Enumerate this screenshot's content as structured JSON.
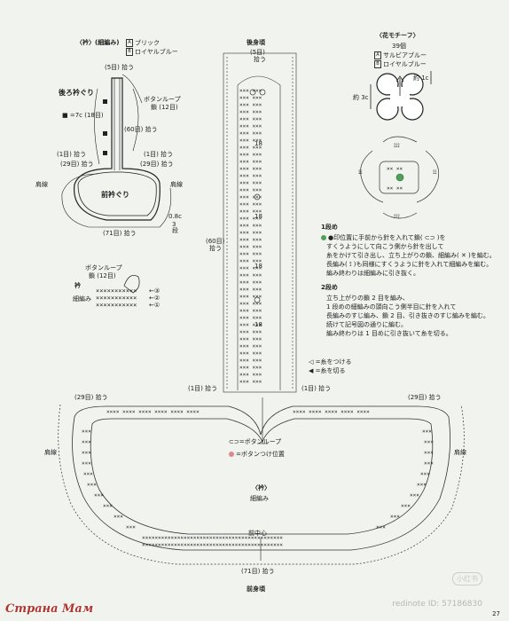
{
  "collar_title": "〈衿〉(細編み)",
  "color_a": "ブリック",
  "color_b": "ロイヤルブルー",
  "back_neck": "後ろ衿ぐり",
  "front_neck": "前衿ぐり",
  "pick_5": "(5目) 拾う",
  "button_loop": "ボタンループ",
  "chain_12": "鎖 (12目)",
  "pick_60": "(60目) 拾う",
  "eq_7c": "■ =7c (18目)",
  "pick_1a": "(1目) 拾う",
  "pick_1b": "(1目) 拾う",
  "pick_29a": "(29目) 拾う",
  "pick_29b": "(29目) 拾う",
  "shoulder": "肩線",
  "shoulder_r": "肩線",
  "dim_08": "0.8c",
  "dim_3": "3",
  "dim_dan": "段",
  "pick_71": "(71目) 拾う",
  "loop_label": "ボタンループ",
  "loop_chain": "鎖 (12目)",
  "eri": "衿",
  "hosoami": "細編み",
  "x_row": "×××××××××××",
  "mark3": "←③",
  "mark2": "←②",
  "mark1": "←①",
  "back_body": "後身頃",
  "bb_pick5": "(5目)",
  "bb_pick5b": "拾う",
  "n18a": "18",
  "n18b": "18",
  "n18c": "18",
  "n18d": "18",
  "n60": "(60目)",
  "n60b": "拾う",
  "motif_title": "〈花モチーフ〉",
  "motif_count": "39個",
  "motif_a": "サルビアブルー",
  "motif_b": "ロイヤルブルー",
  "approx_1c": "約 1c",
  "approx_3c": "約 3c",
  "row1": "1段め",
  "row1_text": [
    "●印位置に手前から針を入れて鎖( ⊂⊃ )を",
    "すくうようにして向こう側から針を出して",
    "糸をかけて引き出し、立ち上がりの鎖、細編み( ✕ )を編む。",
    "長編み( ⟟ )も同様にすくうように針を入れて細編みを編む。",
    "編み終わりは細編みに引き抜く。"
  ],
  "row2": "2段め",
  "row2_text": [
    "立ち上がりの鎖 2 目を編み、",
    "1 段めの細編みの頭向こう側半目に針を入れて",
    "長編みのすじ編み、鎖 2 目、引き抜きのすじ編みを編む。",
    "続けて記号図の通りに編む。",
    "編み終わりは 1 目めに引き抜いて糸を切る。"
  ],
  "legend_attach": "◁ =糸をつける",
  "legend_cut": "◀ =糸を切る",
  "pick_1c": "(1目) 拾う",
  "pick_1d": "(1目) 拾う",
  "pick_29c": "(29目) 拾う",
  "pick_29d": "(29目) 拾う",
  "legend_loop": "=ボタンループ",
  "legend_button": "=ボタンつけ位置",
  "collar2": "〈衿〉",
  "hosoami2": "細編み",
  "front_center": "前中心",
  "pick_71b": "(71目) 拾う",
  "front_body": "前身頃",
  "shoulder_l2": "肩線",
  "shoulder_r2": "肩線",
  "footer_site": "Страна Мам",
  "footer_id": "redinote ID: 57186830",
  "page_no": "27",
  "watermark": "小红书",
  "colors": {
    "pink": "#e0868c",
    "green": "#4fa15a"
  }
}
